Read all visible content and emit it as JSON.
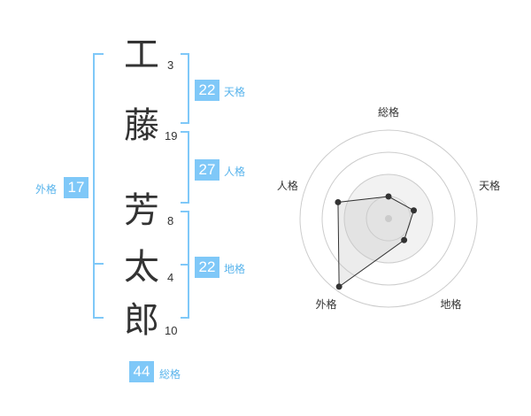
{
  "name": {
    "characters": [
      {
        "char": "工",
        "strokes": "3"
      },
      {
        "char": "藤",
        "strokes": "19"
      },
      {
        "char": "芳",
        "strokes": "8"
      },
      {
        "char": "太",
        "strokes": "4"
      },
      {
        "char": "郎",
        "strokes": "10"
      }
    ]
  },
  "fortune": {
    "tenkaku": {
      "value": "22",
      "label": "天格"
    },
    "jinkaku": {
      "value": "27",
      "label": "人格"
    },
    "chikaku": {
      "value": "22",
      "label": "地格"
    },
    "gaikaku": {
      "value": "17",
      "label": "外格"
    },
    "soukaku": {
      "value": "44",
      "label": "総格"
    }
  },
  "radar": {
    "axes": [
      "総格",
      "天格",
      "地格",
      "外格",
      "人格"
    ],
    "levels": [
      0.25,
      0.3,
      0.3,
      0.95,
      0.6
    ],
    "colors": {
      "grid": "#cccccc",
      "fill": "#eeeeee",
      "line": "#333333"
    }
  },
  "colors": {
    "accent": "#7fc8f8",
    "accent_text": "#59b4ec",
    "bracket": "#7fc8f8"
  }
}
